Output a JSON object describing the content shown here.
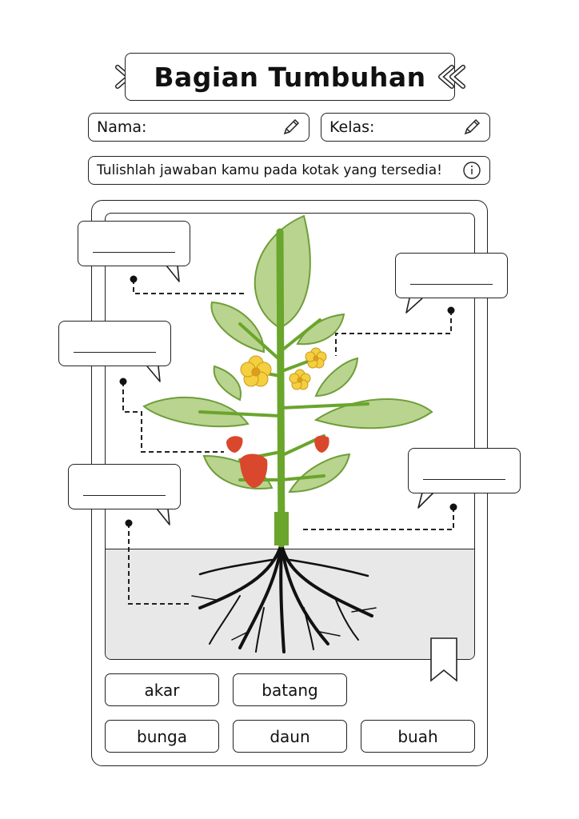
{
  "header": {
    "title": "Bagian Tumbuhan"
  },
  "fields": {
    "name_label": "Nama:",
    "class_label": "Kelas:"
  },
  "instruction": {
    "text": "Tulishlah jawaban kamu pada kotak yang tersedia!",
    "icon": "info-icon"
  },
  "answer_boxes": [
    "",
    "",
    "",
    "",
    ""
  ],
  "word_bank": [
    "akar",
    "batang",
    "bunga",
    "daun",
    "buah"
  ],
  "colors": {
    "leaf": "#b9d48f",
    "leaf_vein": "#6f9e3a",
    "stem": "#6aa52c",
    "flower": "#f4cf3f",
    "fruit": "#d9482c",
    "soil": "#e8e8e8"
  }
}
